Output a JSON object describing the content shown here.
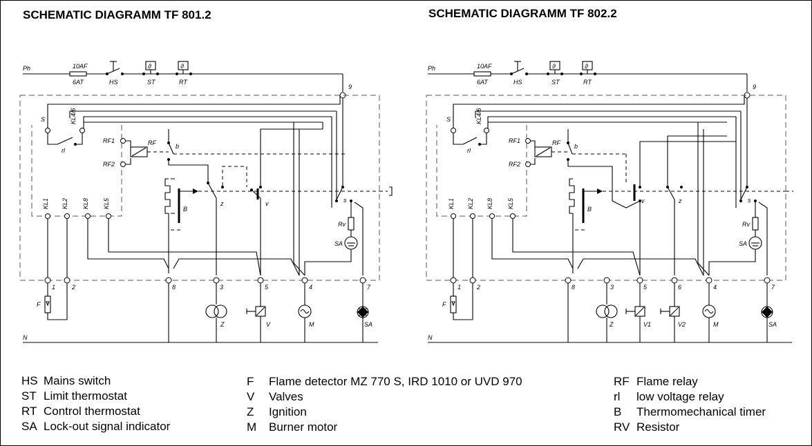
{
  "titles": {
    "left": "SCHEMATIC DIAGRAMM TF 801.2",
    "right": "SCHEMATIC DIAGRAMM TF 802.2"
  },
  "labels": {
    "ph": "Ph",
    "n": "N",
    "fuse_top": "10AF",
    "fuse_bottom": "6AT",
    "hs": "HS",
    "st": "ST",
    "rt": "RT",
    "s": "S",
    "kl46": "KL4/6",
    "rl": "rl",
    "rf": "RF",
    "rf1": "RF1",
    "rf2": "RF2",
    "b_small": "b",
    "b_timer": "B",
    "z_small": "z",
    "v_small": "v",
    "s_small": "s",
    "rv": "Rv",
    "sa": "SA",
    "kl1": "KL1",
    "kl2": "KL2",
    "kl8": "KL8",
    "kl5": "KL5",
    "t9": "9",
    "t1": "1",
    "t2": "2",
    "t8": "8",
    "t3": "3",
    "t5": "5",
    "t6": "6",
    "t4": "4",
    "t7": "7",
    "f": "F",
    "z": "Z",
    "v": "V",
    "v1": "V1",
    "v2": "V2",
    "m": "M",
    "thermo": "ϑ"
  },
  "legend": {
    "col1": [
      {
        "abbr": "HS",
        "text": "Mains switch"
      },
      {
        "abbr": "ST",
        "text": "Limit thermostat"
      },
      {
        "abbr": "RT",
        "text": "Control thermostat"
      },
      {
        "abbr": "SA",
        "text": "Lock-out signal indicator"
      }
    ],
    "col2": [
      {
        "abbr": "F",
        "text": "Flame detector MZ 770 S, IRD 1010 or UVD 970"
      },
      {
        "abbr": "V",
        "text": "Valves"
      },
      {
        "abbr": "Z",
        "text": "Ignition"
      },
      {
        "abbr": "M",
        "text": "Burner motor"
      }
    ],
    "col3": [
      {
        "abbr": "RF",
        "text": "Flame relay"
      },
      {
        "abbr": "rl",
        "text": "low voltage relay"
      },
      {
        "abbr": "B",
        "text": "Thermomechanical timer"
      },
      {
        "abbr": "RV",
        "text": "Resistor"
      }
    ]
  }
}
